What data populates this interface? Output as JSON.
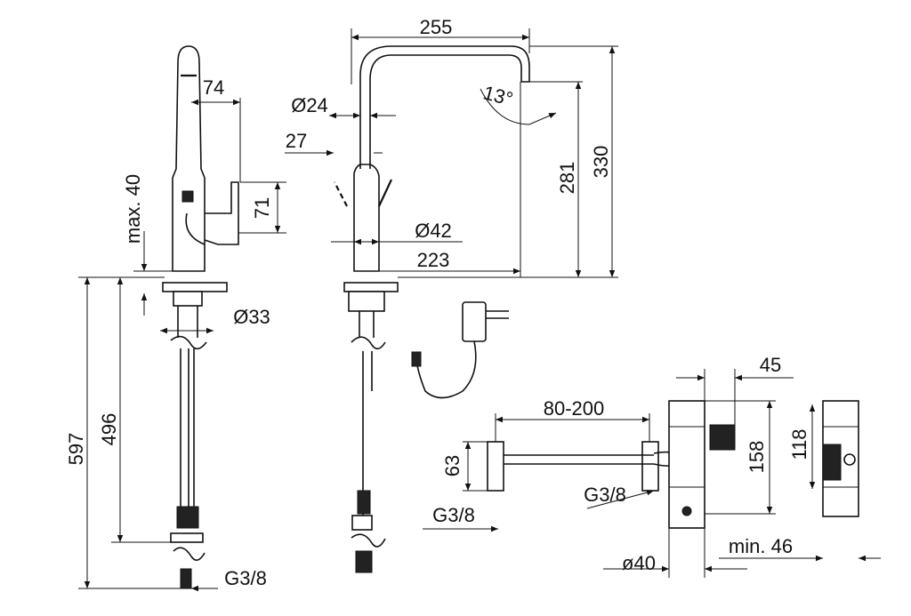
{
  "drawing": {
    "spout_reach": "255",
    "sensor_offset": "74",
    "spout_diameter": "Ø24",
    "lever_offset": "27",
    "max_deck_thickness": "max. 40",
    "lever_height": "71",
    "spout_angle": "13°",
    "outlet_height": "281",
    "total_height": "330",
    "body_diameter": "Ø42",
    "outlet_projection": "223",
    "shank_diameter": "Ø33",
    "total_length": "597",
    "hose_length": "496",
    "mixer_distance": "80-200",
    "box_depth": "45",
    "valve_height": "63",
    "box_height": "158",
    "box_inner_height": "118",
    "thread_mixer": "G3/8",
    "thread_inlet": "G3/8",
    "thread_hose": "G3/8",
    "pipe_diameter": "ø40",
    "min_clearance": "min. 46"
  }
}
